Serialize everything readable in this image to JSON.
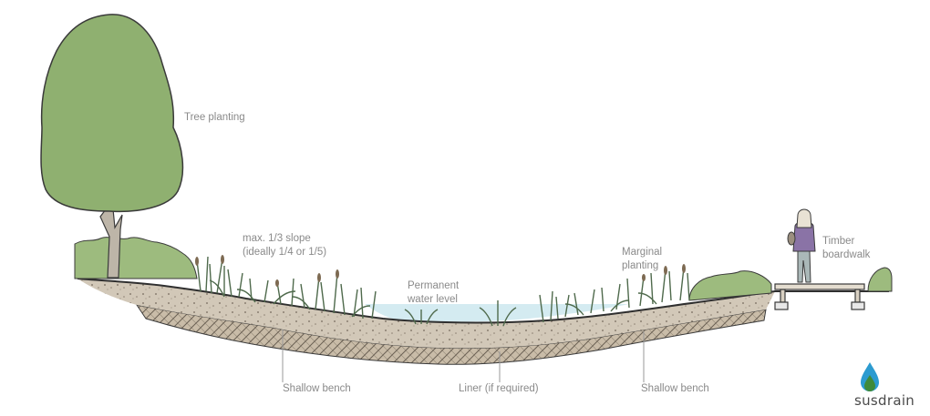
{
  "labels": {
    "tree_planting": "Tree planting",
    "slope_line1": "max. 1/3 slope",
    "slope_line2": "(ideally 1/4 or 1/5)",
    "water_line1": "Permanent",
    "water_line2": "water level",
    "marginal_line1": "Marginal",
    "marginal_line2": "planting",
    "boardwalk_line1": "Timber",
    "boardwalk_line2": "boardwalk",
    "bench_left": "Shallow bench",
    "liner": "Liner (if required)",
    "bench_right": "Shallow bench"
  },
  "logo": {
    "text": "susdrain"
  },
  "colors": {
    "tree_canopy": "#8fb070",
    "hedge": "#9dbb7e",
    "soil": "#cbbfae",
    "liner": "#b8ab98",
    "water": "#d4ebf1",
    "plants": "#6f8d6b",
    "label_text": "#8a8a8a"
  }
}
